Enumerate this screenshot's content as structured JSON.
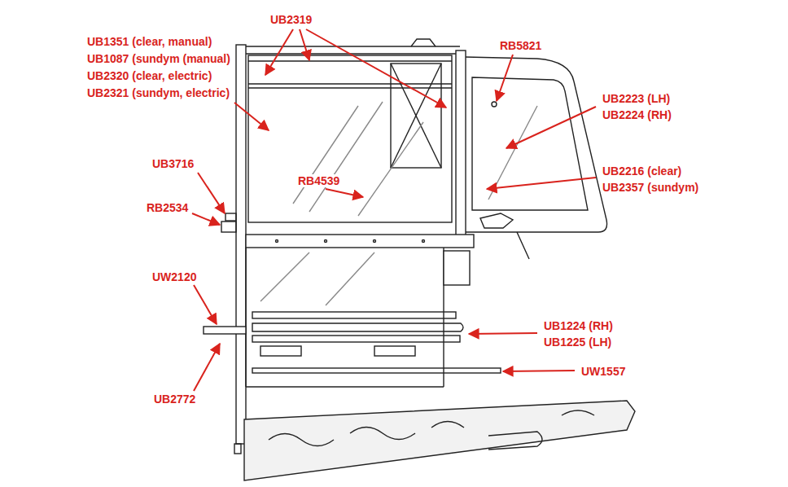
{
  "diagram": {
    "labels": [
      "UB2319",
      "UB1351 (clear, manual)",
      "UB1087 (sundym (manual)",
      "UB2320 (clear, electric)",
      "UB2321 (sundym, electric)",
      "RB5821",
      "UB2223 (LH)",
      "UB2224 (RH)",
      "UB3716",
      "RB4539",
      "UB2216 (clear)",
      "UB2357 (sundym)",
      "RB2534",
      "UW2120",
      "UB1224 (RH)",
      "UB1225 (LH)",
      "UW1557",
      "UB2772"
    ]
  }
}
